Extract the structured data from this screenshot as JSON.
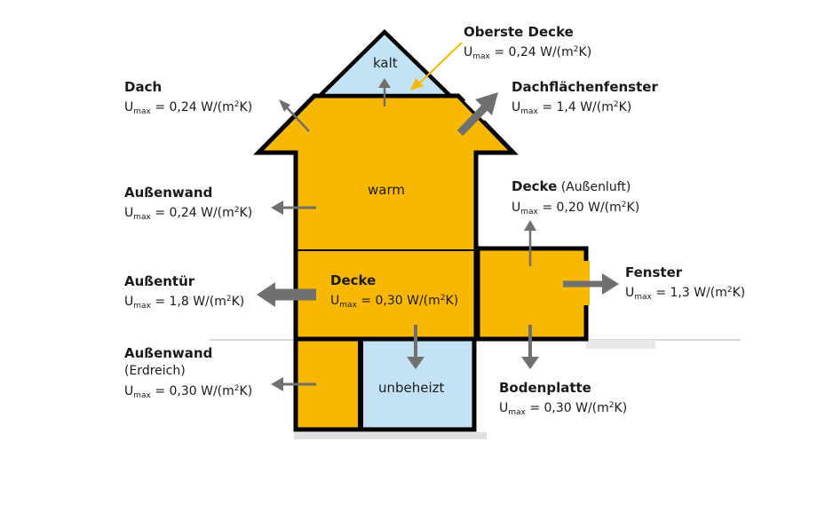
{
  "unit_symbol": "U",
  "unit_subscript": "max",
  "zones": {
    "cold": "kalt",
    "warm": "warm",
    "unheated": "unbeheizt"
  },
  "labels": {
    "oberste_decke": {
      "title": "Oberste Decke",
      "value": "= 0,24 W/(m",
      "unit_tail": "K)"
    },
    "dach": {
      "title": "Dach",
      "value": "= 0,24 W/(m",
      "unit_tail": "K)"
    },
    "dachflaechenfenster": {
      "title": "Dachflächenfenster",
      "value": "= 1,4 W/(m",
      "unit_tail": "K)"
    },
    "aussenwand": {
      "title": "Außenwand",
      "value": "= 0,24 W/(m",
      "unit_tail": "K)"
    },
    "decke_aussenluft": {
      "title": "Decke",
      "suffix": "(Außenluft)",
      "value": "= 0,20 W/(m",
      "unit_tail": "K)"
    },
    "aussentuer": {
      "title": "Außentür",
      "value": "= 1,8 W/(m",
      "unit_tail": "K)"
    },
    "decke": {
      "title": "Decke",
      "value": "= 0,30 W/(m",
      "unit_tail": "K)"
    },
    "fenster": {
      "title": "Fenster",
      "value": "= 1,3 W/(m",
      "unit_tail": "K)"
    },
    "aussenwand_erdreich": {
      "title": "Außenwand",
      "subtitle": "(Erdreich)",
      "value": "= 0,30 W/(m",
      "unit_tail": "K)"
    },
    "bodenplatte": {
      "title": "Bodenplatte",
      "value": "= 0,30 W/(m",
      "unit_tail": "K)"
    }
  },
  "squared": "2",
  "colors": {
    "warm": "#F9B800",
    "cold": "#C3E3F5",
    "wall": "#000000",
    "arrow": "#707070",
    "accent_arrow": "#F9B800",
    "ground": "#cccccc"
  }
}
